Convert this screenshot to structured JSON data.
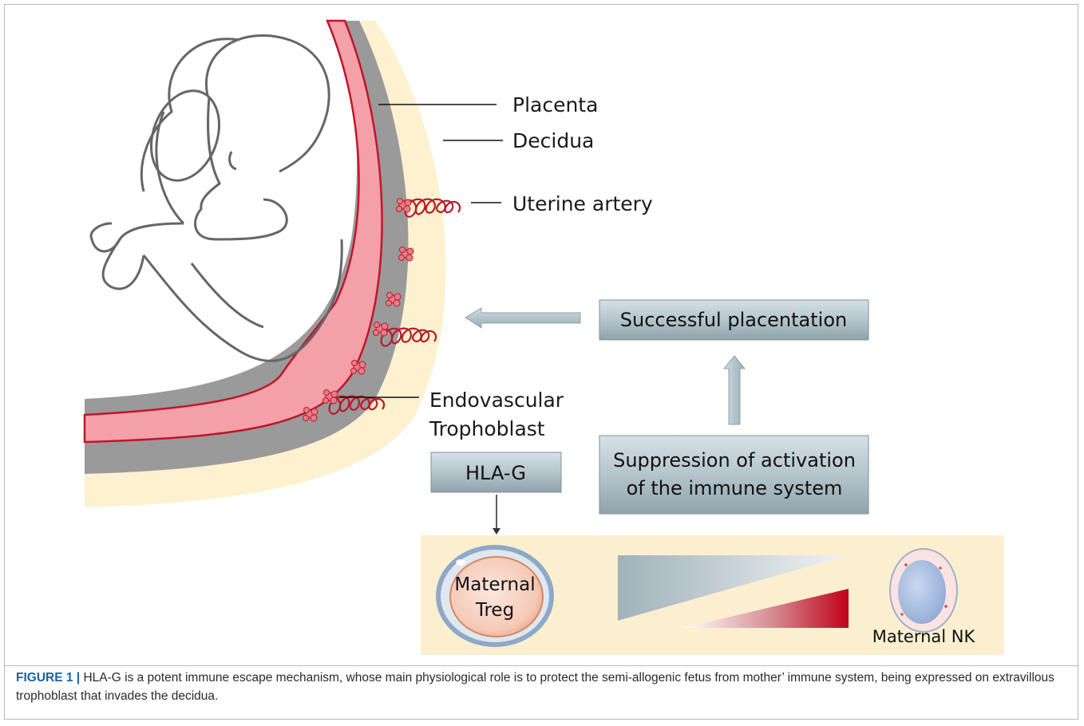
{
  "labels": {
    "placenta": "Placenta",
    "decidua": "Decidua",
    "uterine_artery": "Uterine artery",
    "endovascular_line1": "Endovascular",
    "endovascular_line2": "Trophoblast",
    "successful_placentation": "Successful placentation",
    "suppression_line1": "Suppression of activation",
    "suppression_line2": "of the immune system",
    "hla_g": "HLA-G",
    "treg_line1": "Maternal",
    "treg_line2": "Treg",
    "maternal_nk": "Maternal NK"
  },
  "caption": {
    "figure_label": "FIGURE 1",
    "separator": "|",
    "text": "HLA-G is a potent immune escape mechanism, whose main physiological role is to protect the semi-allogenic fetus from mother’ immune system, being expressed on extravillous trophoblast that invades the decidua."
  },
  "colors": {
    "placenta": "#f4a0a8",
    "placenta_outline": "#c0162a",
    "decidua": "#fdf1cf",
    "myometrium": "#9a9a9a",
    "box_fill": "#b4c5cc",
    "arrow": "#a9bbc3",
    "panel": "#fbefd0",
    "artery": "#b71c2b",
    "caption_accent": "#1565a8"
  },
  "icons": [
    "fetus-outline-icon",
    "spiral-artery-icon",
    "trophoblast-cluster-icon",
    "treg-cell-icon",
    "nk-cell-icon",
    "up-arrow-icon",
    "left-arrow-icon",
    "down-arrow-icon"
  ]
}
